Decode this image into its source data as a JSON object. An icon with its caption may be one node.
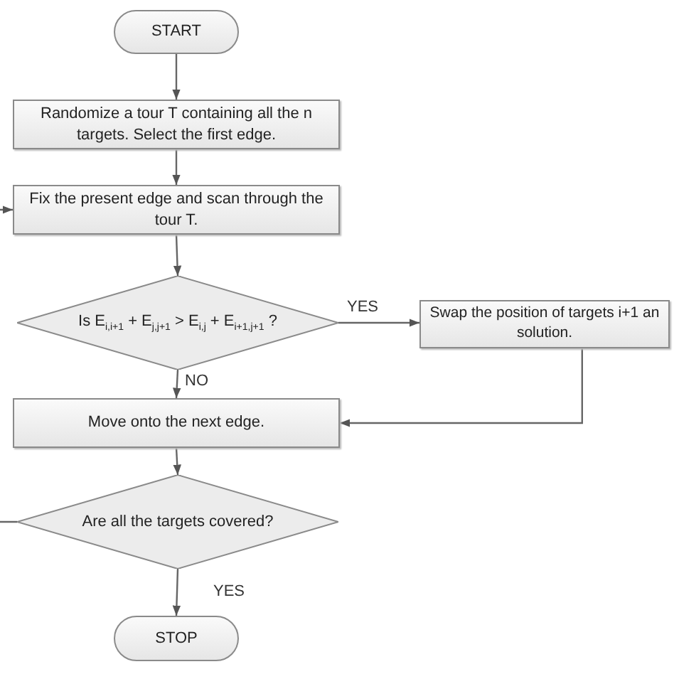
{
  "diagram": {
    "nodes": [
      {
        "text": [
          "START"
        ]
      },
      {
        "text": [
          "Randomize a tour T containing all the n targets. Select the first edge."
        ]
      },
      {
        "text": [
          "Fix the present edge and scan through the tour T."
        ]
      },
      {
        "text": [
          "Is E$_{i,i+1}$ + E$_{j,j+1}$ > E$_{i,j}$ + E$_{i+1,j+1}$ ?"
        ]
      },
      {
        "text": [
          "Swap the position of targets i+1 an solution."
        ]
      },
      {
        "text": [
          "Move onto the next edge."
        ]
      },
      {
        "text": [
          "Are all the targets covered?"
        ]
      },
      {
        "text": [
          "STOP"
        ]
      }
    ],
    "edges": [
      {
        "from": 0,
        "to": 1,
        "arrow": "to"
      },
      {
        "from": 1,
        "to": 2,
        "arrow": "to"
      },
      {
        "from": 2,
        "to": 3,
        "arrow": "to"
      },
      {
        "from": 3,
        "to": 4,
        "arrow": "to",
        "label": "YES"
      },
      {
        "from": 3,
        "to": 5,
        "arrow": "to",
        "label": "NO"
      },
      {
        "from": 4,
        "to": 5,
        "arrow": "to"
      },
      {
        "from": 5,
        "to": 6,
        "arrow": "to"
      },
      {
        "from": 6,
        "to": 7,
        "arrow": "to",
        "label": "YES"
      },
      {
        "from": 6,
        "to": 2,
        "arrow": "to"
      }
    ]
  }
}
